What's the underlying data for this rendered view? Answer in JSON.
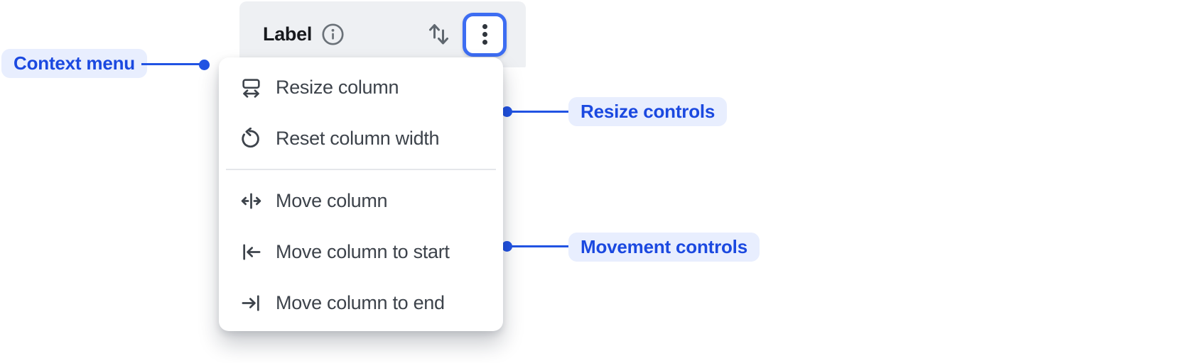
{
  "header": {
    "title": "Label",
    "icons": [
      "info-icon",
      "sort-icon",
      "more-options-kebab-icon"
    ]
  },
  "menu": {
    "resize_group": [
      {
        "icon": "resize-column-icon",
        "label": "Resize column"
      },
      {
        "icon": "reset-column-width-icon",
        "label": "Reset column width"
      }
    ],
    "movement_group": [
      {
        "icon": "move-column-icon",
        "label": "Move column"
      },
      {
        "icon": "move-column-to-start-icon",
        "label": "Move column to start"
      },
      {
        "icon": "move-column-to-end-icon",
        "label": "Move column to end"
      }
    ]
  },
  "annotations": {
    "context_menu": {
      "label": "Context menu"
    },
    "resize_controls": {
      "label": "Resize controls"
    },
    "movement_controls": {
      "label": "Movement controls"
    }
  },
  "colors": {
    "focus_ring_blue": "#3D6DF2",
    "annotation_text_blue": "#1B49E0",
    "annotation_pill_bg": "#E8EEFE",
    "connector_blue": "#2153E3",
    "header_bg": "#EEF0F3",
    "menu_text": "#3D434B",
    "header_icon_gray": "#6A7178"
  }
}
